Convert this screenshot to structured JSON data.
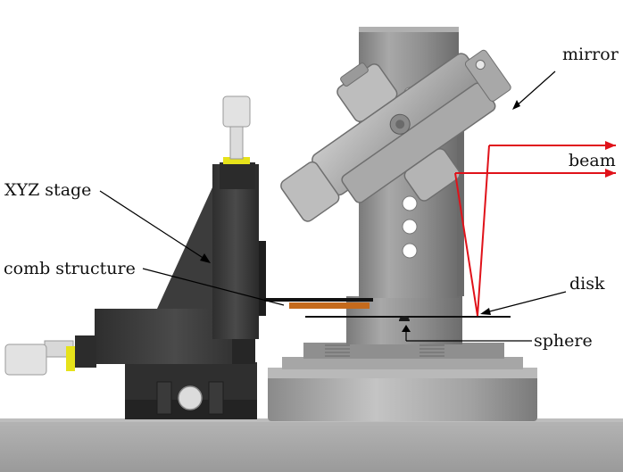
{
  "labels": {
    "mirror": "mirror",
    "beam": "beam",
    "xyz_stage": "XYZ stage",
    "comb_structure": "comb structure",
    "disk": "disk",
    "sphere": "sphere"
  },
  "colors": {
    "background": "#ffffff",
    "beam": "#e0121a",
    "comb": "#c46a1c",
    "stage": "#3a3a3a",
    "metal": "#9c9c9c",
    "table": "#a9a9a9",
    "knob_ring": "#e6e21a",
    "leader": "#000000"
  },
  "icons": {
    "pointer": "arrow",
    "beam_head": "arrowhead"
  }
}
